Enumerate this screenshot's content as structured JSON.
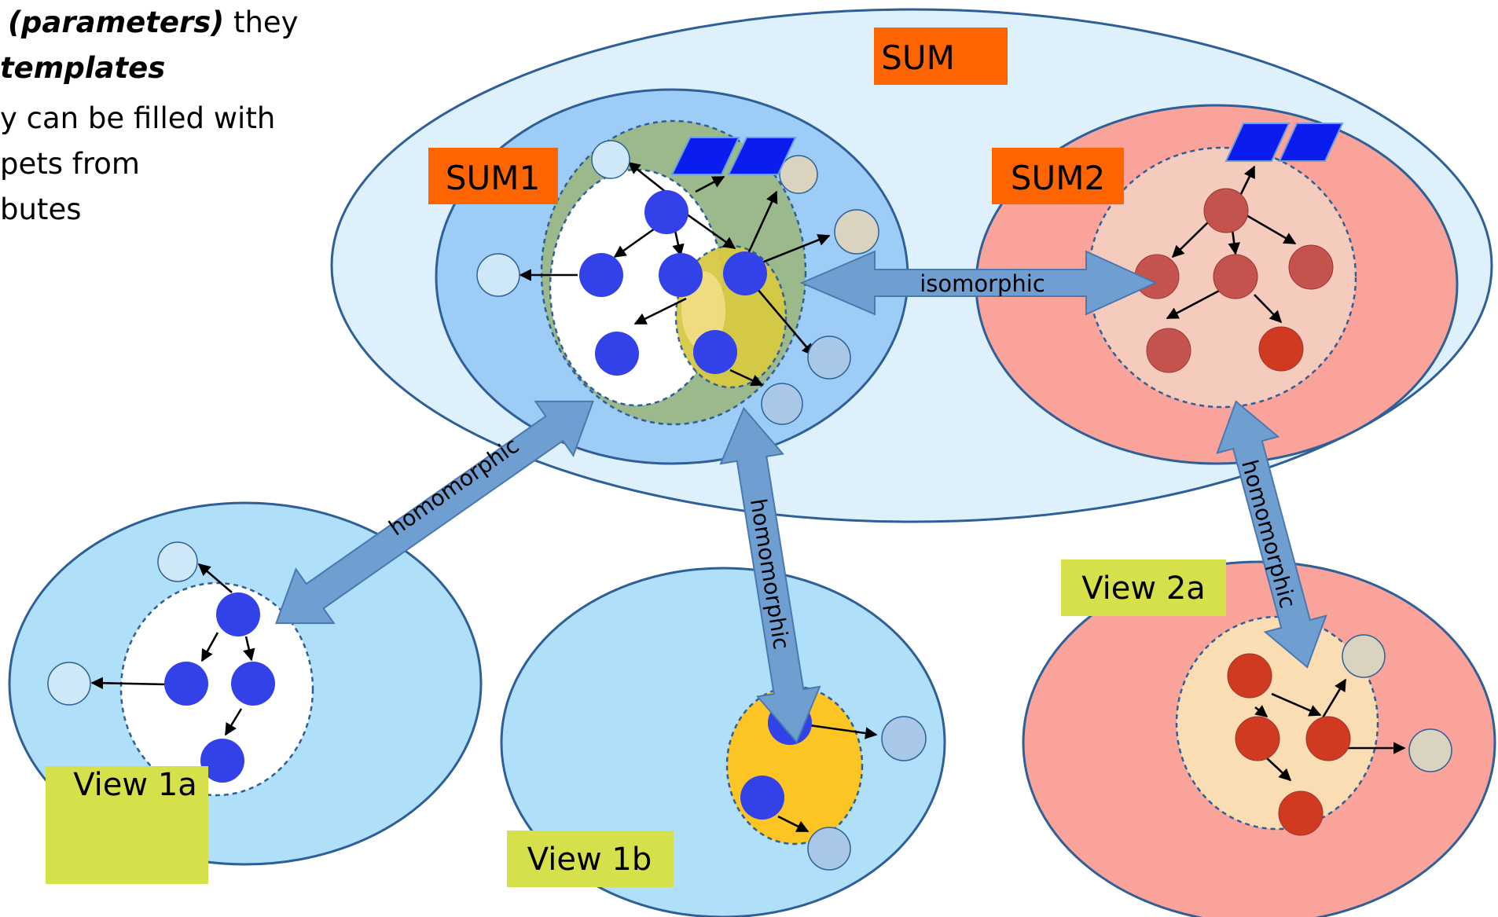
{
  "colors": {
    "sum_outer": "#ddf0fc",
    "sum1_fill": "#9dcdf7",
    "sum2_fill": "#f9a39a",
    "view1_fill": "#b0dff9",
    "view2_fill": "#f9a39a",
    "orange_label": "#fe6500",
    "green_label": "#d6e04a",
    "blue_node": "#3341e8",
    "red_node": "#c4534e",
    "dark_red_node": "#cf3a20",
    "arrow_fill": "#6f9ed1",
    "border_blue": "#2e5f99"
  },
  "side_text": {
    "line1_emph": "(parameters)",
    "line1_rest": " they",
    "line2_emph": "templates",
    "line3": "y can be filled with",
    "line4": "pets from",
    "line5": "butes"
  },
  "labels": {
    "sum": "SUM",
    "sum1": "SUM1",
    "sum2": "SUM2",
    "view1a": "View 1a",
    "view1b": "View 1b",
    "view2a": "View 2a"
  },
  "arrows": {
    "isomorphic": "isomorphic",
    "homomorphic_left": "homomorphic",
    "homomorphic_mid": "homomorphic",
    "homomorphic_right": "homomorphic"
  }
}
